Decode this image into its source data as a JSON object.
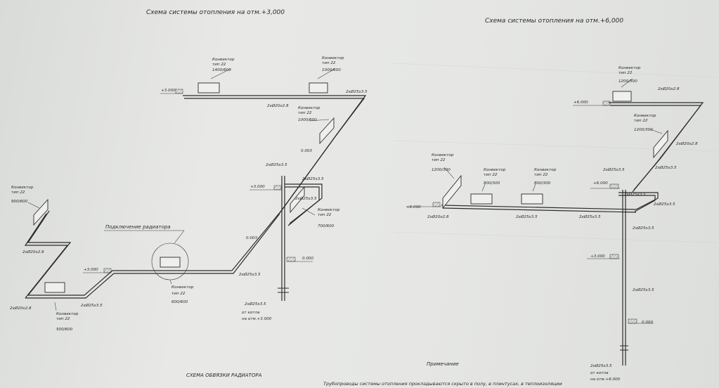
{
  "titles": {
    "left": "Схема системы отопления на отм.+3,000",
    "right": "Схема системы отопления на отм.+6,000",
    "bottom_left": "СХЕМА ОБВЯЗКИ РАДИАТОРА",
    "connection": "Подключение радиатора"
  },
  "note": {
    "heading": "Примечание",
    "text": "Трубопроводы системы отопления прокладываются скрыто в полу, в плинтусах, в теплоизоляции"
  },
  "convectors": {
    "c1": {
      "name": "Конвектор",
      "type": "тип 22",
      "size": "1400/600"
    },
    "c2": {
      "name": "Конвектор",
      "type": "тип 22",
      "size": "1000/600"
    },
    "c3": {
      "name": "Конвектор",
      "type": "тип 22",
      "size": "1000/600"
    },
    "c4": {
      "name": "Конвектор",
      "type": "тип 22",
      "size": "700/600"
    },
    "c5": {
      "name": "Конвектор",
      "type": "тип 22",
      "size": "900/600"
    },
    "c6": {
      "name": "Конвектор",
      "type": "тип 22",
      "size": "600/600"
    },
    "c7": {
      "name": "Конвектор",
      "type": "тип 22",
      "size": "500/600"
    },
    "r1": {
      "name": "Конвектор",
      "type": "тип 22",
      "size": "1200/300"
    },
    "r2": {
      "name": "Конвектор",
      "type": "тип 22",
      "size": "1200/300"
    },
    "r3": {
      "name": "Конвектор",
      "type": "тип 22",
      "size": "1200/300"
    },
    "r4": {
      "name": "Конвектор",
      "type": "тип 22",
      "size": "800/300"
    },
    "r5": {
      "name": "Конвектор",
      "type": "тип 22",
      "size": "800/300"
    }
  },
  "pipes": {
    "p25": "2xØ25x3.5",
    "p20": "2xØ20x2.8"
  },
  "levels": {
    "l3000": "+3.000",
    "l0000": "0.000",
    "l6000": "+6.000",
    "slope": "0.003"
  },
  "sources": {
    "left_line1": "от котла",
    "left_line2": "на отм.+3.000",
    "right_line1": "от котла",
    "right_line2": "на отм.+6.000"
  }
}
